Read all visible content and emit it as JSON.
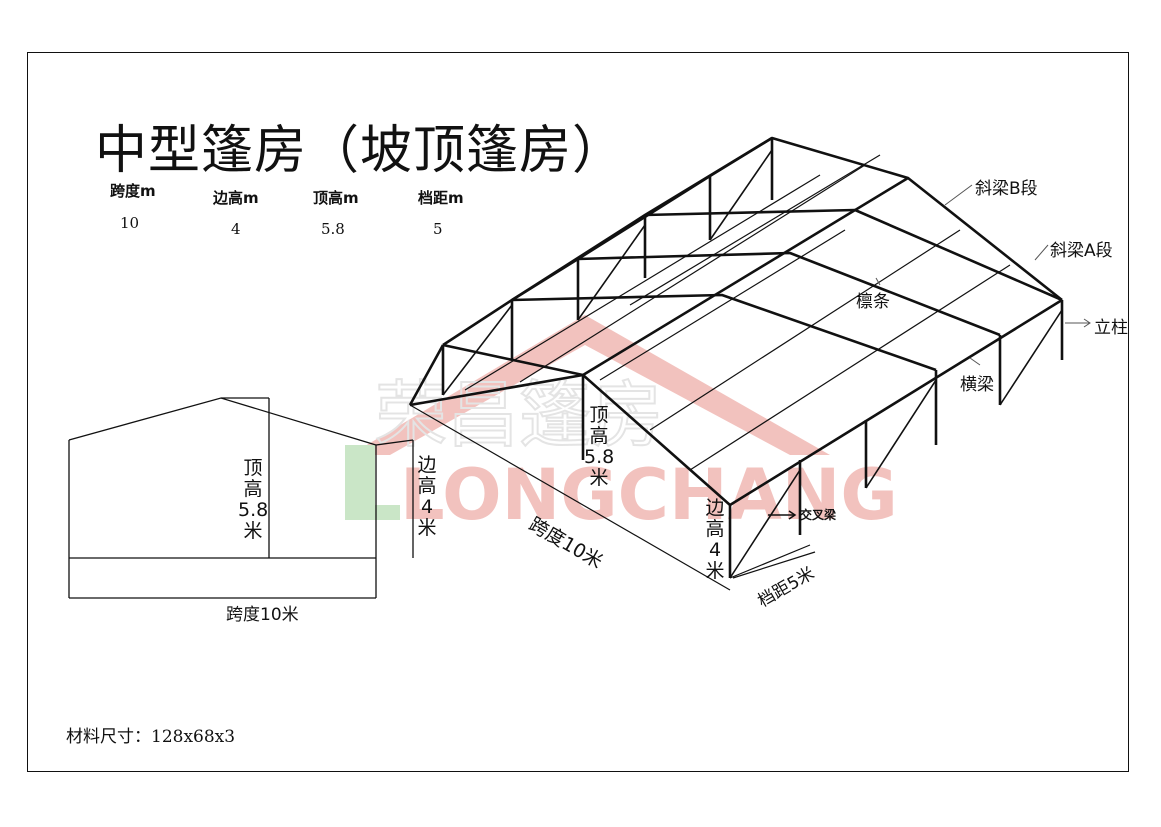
{
  "title": "中型篷房（坡顶篷房）",
  "specs": [
    {
      "label": "跨度m",
      "value": "10"
    },
    {
      "label": "边高m",
      "value": "4"
    },
    {
      "label": "顶高m",
      "value": "5.8"
    },
    {
      "label": "档距m",
      "value": "5"
    }
  ],
  "callouts": {
    "rafter_b": "斜梁B段",
    "rafter_a": "斜梁A段",
    "purlin": "檩条",
    "column": "立柱",
    "cross_beam": "横梁",
    "brace": "交叉梁"
  },
  "dims": {
    "span": "跨度10米",
    "bay": "档距5米",
    "side_char1": "边",
    "side_char2": "高",
    "side_val": "4",
    "side_unit": "米",
    "top_char1": "顶",
    "top_char2": "高",
    "top_val": "5.8",
    "top_unit": "米"
  },
  "watermark": {
    "cn": "荣昌篷房",
    "en": "LONGCHANG"
  },
  "material": "材料尺寸：128x68x3",
  "colors": {
    "line": "#111111",
    "watermark_red": "#e8918a",
    "watermark_green": "#9fd39a"
  }
}
